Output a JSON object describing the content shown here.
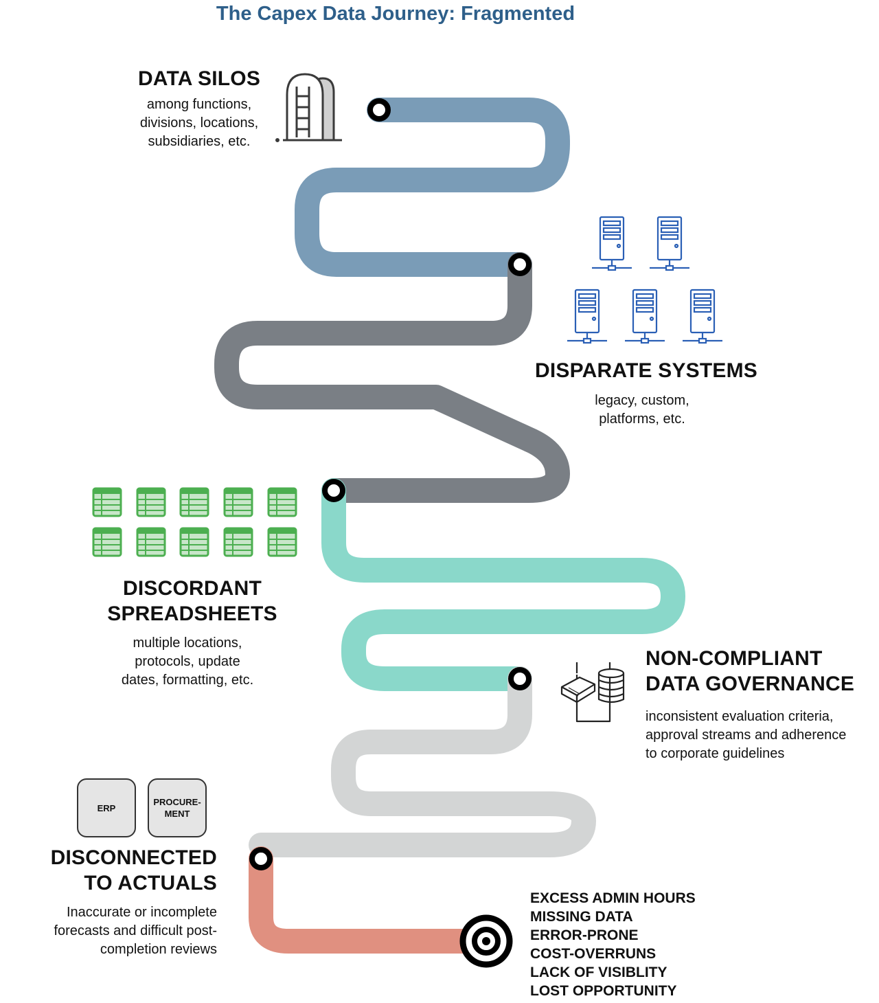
{
  "title": "The Capex Data Journey: Fragmented",
  "colors": {
    "title": "#2e5f8a",
    "segment_silos": "#7a9cb7",
    "segment_systems": "#7a7f85",
    "segment_spreadsheets": "#8ad8ca",
    "segment_governance": "#d3d5d5",
    "segment_actuals": "#e09080",
    "server_icon": "#2a5fb5",
    "spreadsheet_icon": "#4caf50",
    "node": "#000000"
  },
  "stages": {
    "silos": {
      "heading": "DATA SILOS",
      "desc": [
        "among functions,",
        "divisions, locations,",
        "subsidiaries, etc."
      ],
      "icon": "silo-icon"
    },
    "systems": {
      "heading": "DISPARATE SYSTEMS",
      "desc": [
        "legacy, custom,",
        "platforms, etc."
      ],
      "icon": "server-icon"
    },
    "spreadsheets": {
      "heading": [
        "DISCORDANT",
        "SPREADSHEETS"
      ],
      "desc": [
        "multiple locations,",
        "protocols, update",
        "dates, formatting, etc."
      ],
      "icon": "spreadsheet-icon"
    },
    "governance": {
      "heading": [
        "NON-COMPLIANT",
        "DATA GOVERNANCE"
      ],
      "desc": [
        "inconsistent evaluation criteria,",
        "approval streams and adherence",
        "to corporate guidelines"
      ],
      "icon": "book-database-icon"
    },
    "actuals": {
      "heading": [
        "DISCONNECTED",
        "TO ACTUALS"
      ],
      "desc": [
        "Inaccurate or incomplete",
        "forecasts and difficult post-",
        "completion reviews"
      ],
      "boxes": [
        "ERP",
        "PROCURE-\nMENT"
      ]
    }
  },
  "outcomes": [
    "EXCESS ADMIN HOURS",
    "MISSING DATA",
    "ERROR-PRONE",
    "COST-OVERRUNS",
    "LACK OF VISIBLITY",
    "LOST OPPORTUNITY"
  ]
}
